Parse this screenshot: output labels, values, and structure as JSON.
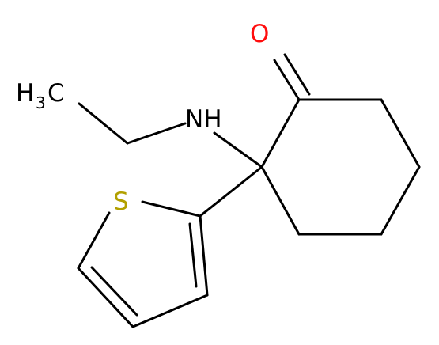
{
  "molecule": {
    "atoms": {
      "oxygen": {
        "label": "O",
        "color": "#ff0d0d"
      },
      "nitrogen": {
        "label": "NH",
        "color": "#000000"
      },
      "sulfur": {
        "label": "S",
        "color": "#b2a000"
      },
      "methyl": {
        "main": "H",
        "subscript": "3",
        "tail": "C",
        "color": "#000000"
      }
    },
    "bond_color": "#000000"
  }
}
